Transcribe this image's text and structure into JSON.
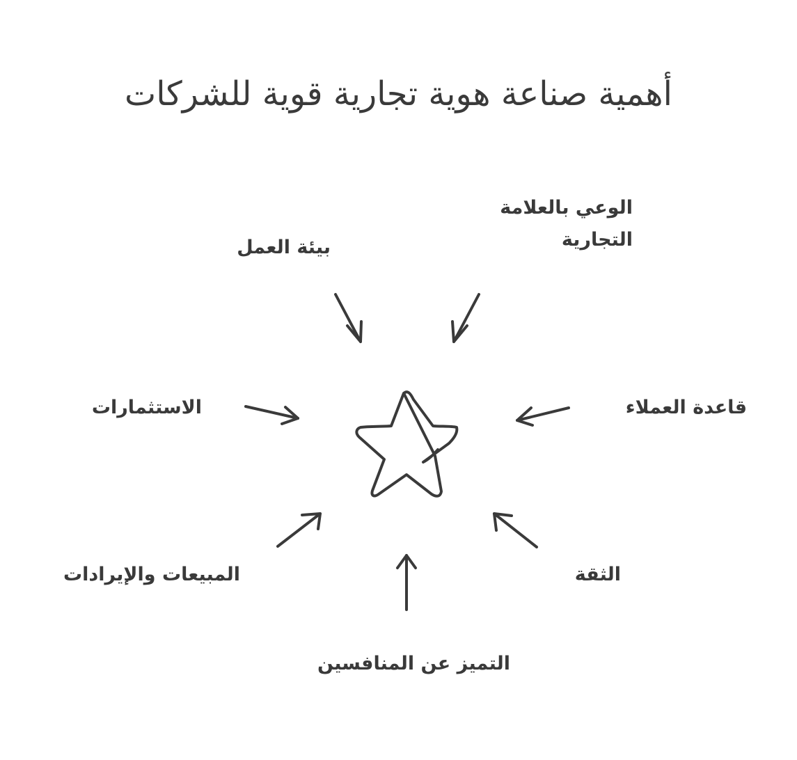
{
  "title": "أهمية صناعة هوية تجارية قوية للشركات",
  "labels": {
    "work_environment": "بيئة العمل",
    "brand_awareness": "الوعي بالعلامة التجارية",
    "investments": "الاستثمارات",
    "customer_base": "قاعدة العملاء",
    "sales_revenue": "المبيعات والإيرادات",
    "trust": "الثقة",
    "distinction": "التميز عن المنافسين"
  },
  "center_icon": "star-icon",
  "colors": {
    "stroke": "#3a3a3a",
    "text": "#3a3a3a",
    "background": "#ffffff"
  }
}
